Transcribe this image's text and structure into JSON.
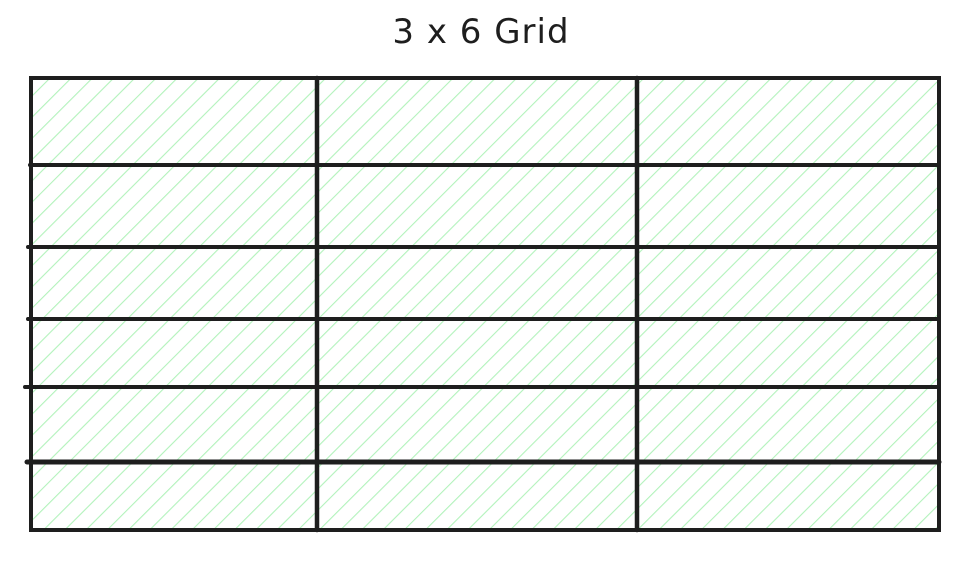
{
  "title": "3 x 6 Grid",
  "grid": {
    "columns": 3,
    "rows": 6,
    "fill_color": "#b2f2bb",
    "stroke_color": "#1e1e1e",
    "fill_style": "hachure"
  }
}
